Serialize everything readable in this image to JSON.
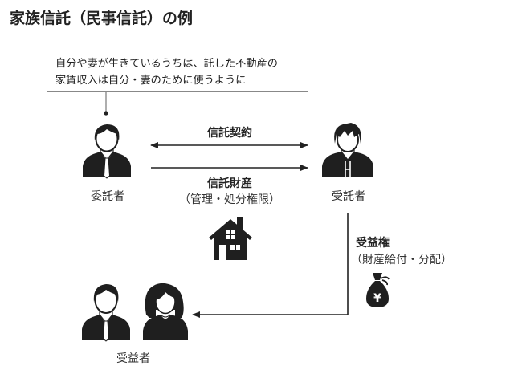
{
  "title": "家族信託（民事信託）の例",
  "callout": {
    "lines": [
      "自分や妻が生きているうちは、託した不動産の",
      "家賃収入は自分・妻のために使うように"
    ]
  },
  "parties": {
    "settlor": "委託者",
    "trustee": "受託者",
    "beneficiary": "受益者"
  },
  "arrows": {
    "contract": "信託契約",
    "property": "信託財産",
    "property_note": "（管理・処分権限）",
    "benefit": "受益権",
    "benefit_note": "（財産給付・分配）"
  },
  "icons": {
    "house": "house-icon",
    "money_bag": "yen-money-bag-icon",
    "yen_symbol": "¥"
  }
}
